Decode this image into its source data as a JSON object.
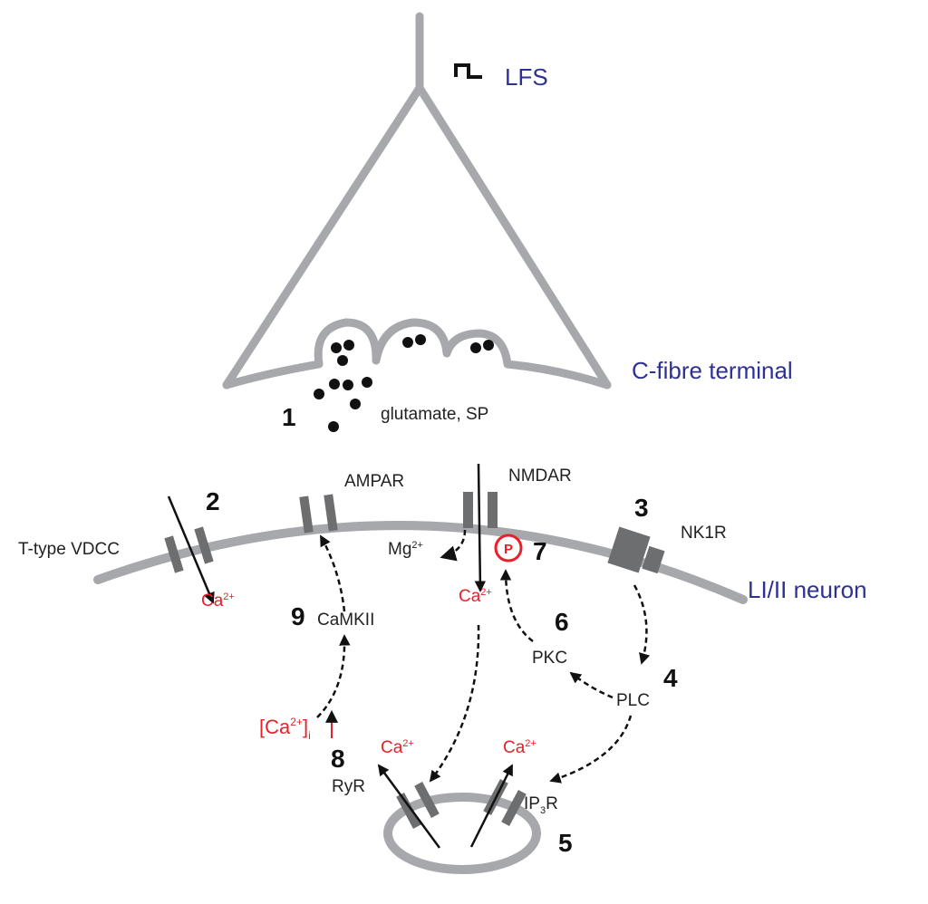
{
  "colors": {
    "membrane": "#a6a8ab",
    "channel": "#6d6e70",
    "arrow": "#111111",
    "label_blue": "#2e3192",
    "calcium_red": "#e8202a"
  },
  "labels": {
    "lfs": "LFS",
    "c_fibre_terminal": "C-fibre terminal",
    "neuron": "LI/II neuron",
    "glutamate_sp": "glutamate, SP",
    "t_type_vdcc": "T-type VDCC",
    "ampar": "AMPAR",
    "nmdar": "NMDAR",
    "nk1r": "NK1R",
    "mg": "Mg",
    "mg_charge": "2+",
    "ca": "Ca",
    "ca_charge": "2+",
    "camkii": "CaMKII",
    "pkc": "PKC",
    "plc": "PLC",
    "ryr": "RyR",
    "ip3r_prefix": "IP",
    "ip3r_sub": "3",
    "ip3r_suffix": "R",
    "phospho": "P",
    "ca_conc_open": "[Ca",
    "ca_conc_charge": "2+",
    "ca_conc_close": "]",
    "ca_conc_sub": "i"
  },
  "steps": {
    "s1": "1",
    "s2": "2",
    "s3": "3",
    "s4": "4",
    "s5": "5",
    "s6": "6",
    "s7": "7",
    "s8": "8",
    "s9": "9"
  }
}
